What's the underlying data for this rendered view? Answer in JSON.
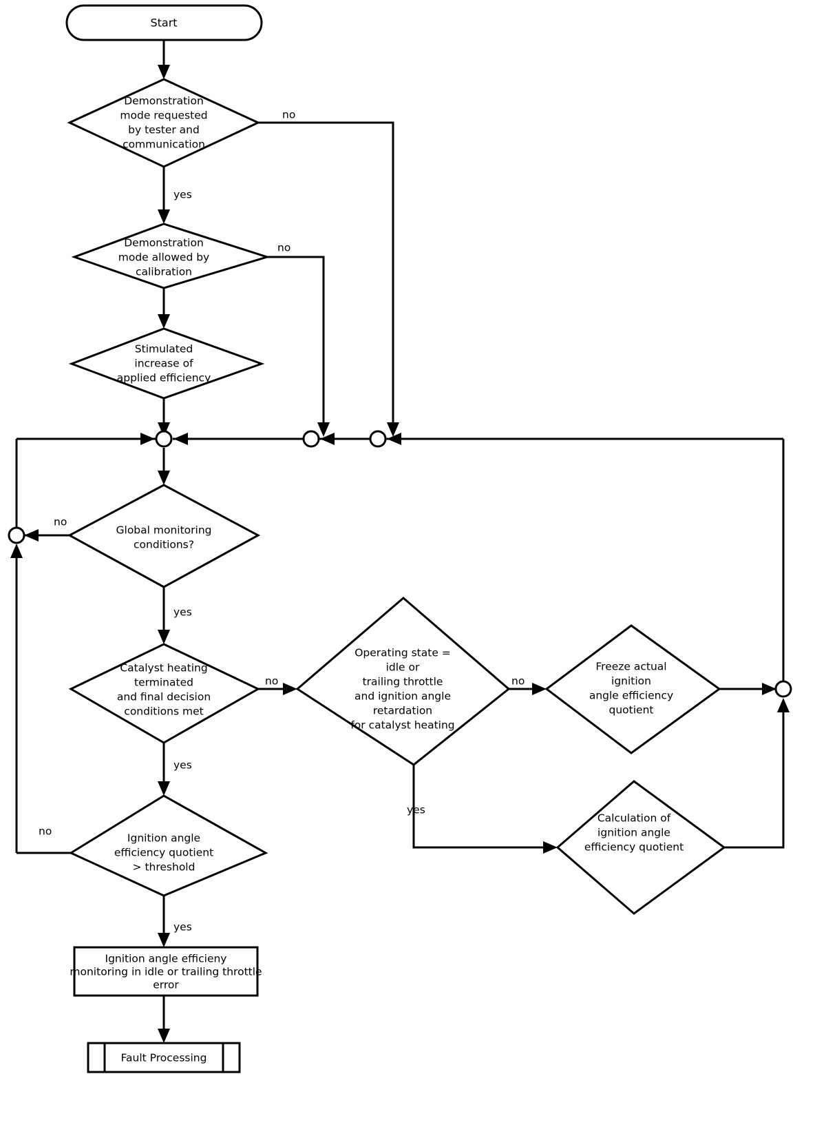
{
  "diagram": {
    "title": "Ignition angle efficiency monitoring flowchart",
    "background_color": "#ffffff",
    "line_color": "#000000"
  },
  "nodes": {
    "start": {
      "shape": "terminator-oval",
      "label": "Start"
    },
    "demo_requested": {
      "shape": "decision-diamond",
      "lines": [
        "Demonstration",
        "mode requested",
        "by tester  and",
        "communication"
      ]
    },
    "demo_allowed": {
      "shape": "decision-diamond",
      "lines": [
        "Demonstration",
        "mode allowed by",
        "calibration"
      ]
    },
    "stimulated_increase": {
      "shape": "decision-diamond",
      "lines": [
        "Stimulated",
        "increase of",
        "applied efficiency"
      ]
    },
    "global_monitoring": {
      "shape": "decision-diamond",
      "lines": [
        "Global monitoring",
        "conditions?"
      ]
    },
    "catalyst_heating": {
      "shape": "decision-diamond",
      "lines": [
        "Catalyst heating",
        "terminated",
        "and final decision",
        "conditions met"
      ]
    },
    "operating_state": {
      "shape": "decision-diamond",
      "lines": [
        "Operating state =",
        "idle or",
        "trailing throttle",
        "and ignition angle",
        "retardation",
        "for catalyst heating"
      ]
    },
    "freeze_actual": {
      "shape": "decision-diamond",
      "lines": [
        "Freeze actual",
        "ignition",
        "angle efficiency",
        "quotient"
      ]
    },
    "calculation": {
      "shape": "decision-diamond",
      "lines": [
        "Calculation of",
        "ignition angle",
        "efficiency quotient"
      ]
    },
    "threshold": {
      "shape": "decision-diamond",
      "lines": [
        "Ignition angle",
        "efficiency quotient",
        "> threshold"
      ]
    },
    "error_box": {
      "shape": "process-rectangle",
      "lines": [
        "Ignition angle efficieny",
        "monitoring in idle or trailing throttle",
        "error"
      ]
    },
    "fault_processing": {
      "shape": "predefined-process",
      "label": "Fault Processing"
    }
  },
  "edge_labels": {
    "demo_requested_no": "no",
    "demo_requested_yes": "yes",
    "demo_allowed_no": "no",
    "global_monitoring_no": "no",
    "global_monitoring_yes": "yes",
    "catalyst_heating_no": "no",
    "catalyst_heating_yes": "yes",
    "operating_state_no": "no",
    "operating_state_yes": "yes",
    "threshold_no": "no",
    "threshold_yes": "yes"
  },
  "connectors": {
    "merge_main": "merge-node",
    "merge_second": "merge-node",
    "merge_third": "merge-node",
    "merge_left_loop": "merge-node",
    "merge_right_loop": "merge-node"
  }
}
